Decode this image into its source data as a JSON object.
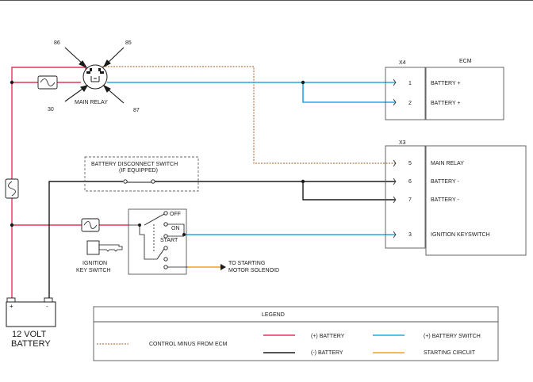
{
  "colors": {
    "positive_battery": "#e5335a",
    "negative_battery": "#1a1a1a",
    "battery_switch": "#2aa7e6",
    "starting_circuit": "#f2a31b",
    "control_minus": "#b07a4e"
  },
  "relay": {
    "label": "MAIN RELAY",
    "pins": {
      "p86": "86",
      "p85": "85",
      "p30": "30",
      "p87": "87"
    }
  },
  "ecm": {
    "title": "ECM",
    "x4": {
      "label": "X4",
      "pins": [
        {
          "num": "1",
          "name": "BATTERY +"
        },
        {
          "num": "2",
          "name": "BATTERY +"
        }
      ]
    },
    "x3": {
      "label": "X3",
      "pins": [
        {
          "num": "5",
          "name": "MAIN RELAY"
        },
        {
          "num": "6",
          "name": "BATTERY -"
        },
        {
          "num": "7",
          "name": "BATTERY -"
        },
        {
          "num": "3",
          "name": "IGNITION KEYSWITCH"
        }
      ]
    }
  },
  "disconnect": {
    "line1": "BATTERY DISCONNECT SWITCH",
    "line2": "(IF EQUIPPED)"
  },
  "ignition": {
    "line1": "IGNITION",
    "line2": "KEY SWITCH",
    "positions": {
      "off": "OFF",
      "on": "ON",
      "start": "START"
    }
  },
  "starter": {
    "line1": "TO STARTING",
    "line2": "MOTOR SOLENOID"
  },
  "battery": {
    "line1": "12 VOLT",
    "line2": "BATTERY",
    "plus": "+",
    "minus": "-"
  },
  "legend": {
    "title": "LEGEND",
    "items": [
      {
        "label": "CONTROL MINUS FROM ECM",
        "color": "#b07a4e",
        "style": "dashed"
      },
      {
        "label": "(+) BATTERY",
        "color": "#e5335a",
        "style": "solid"
      },
      {
        "label": "(-) BATTERY",
        "color": "#1a1a1a",
        "style": "solid"
      },
      {
        "label": "(+) BATTERY SWITCH",
        "color": "#2aa7e6",
        "style": "solid"
      },
      {
        "label": "STARTING CIRCUIT",
        "color": "#f2a31b",
        "style": "solid"
      }
    ]
  }
}
